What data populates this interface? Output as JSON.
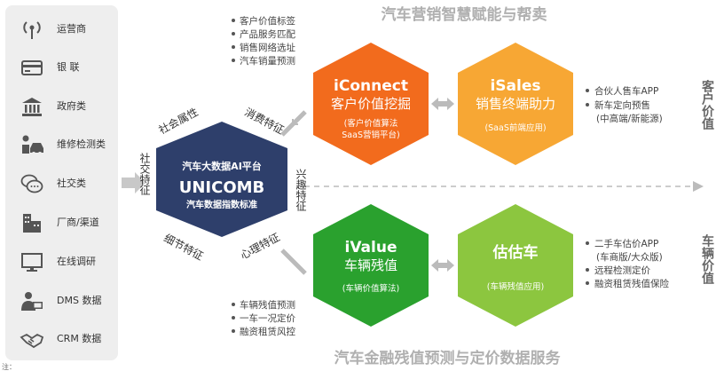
{
  "sidebar": [
    {
      "label": "运营商",
      "icon": "signal-tower-icon"
    },
    {
      "label": "银 联",
      "icon": "bank-card-icon"
    },
    {
      "label": "政府类",
      "icon": "government-building-icon"
    },
    {
      "label": "维修检测类",
      "icon": "repair-car-icon"
    },
    {
      "label": "社交类",
      "icon": "chat-bubbles-icon"
    },
    {
      "label": "厂商/渠道",
      "icon": "factory-icon"
    },
    {
      "label": "在线调研",
      "icon": "monitor-icon"
    },
    {
      "label": "DMS 数据",
      "icon": "person-computer-icon"
    },
    {
      "label": "CRM 数据",
      "icon": "handshake-icon"
    }
  ],
  "titles": {
    "top": "汽车营销智慧赋能与帮卖",
    "bottom": "汽车金融残值预测与定价数据服务"
  },
  "center": {
    "line1": "汽车大数据AI平台",
    "line2": "UNICOMB",
    "line3": "汽车数据指数标准",
    "color": "#2e3f6b"
  },
  "edge_labels": {
    "social": "社会属性",
    "consume": "消费特征",
    "detail": "细节特征",
    "psych": "心理特征",
    "interest": "兴趣特征",
    "socialize": "社交特征"
  },
  "hexes": {
    "iconnect": {
      "en": "iConnect",
      "cn": "客户价值挖掘",
      "sub1": "(客户价值算法",
      "sub2": "SaaS营销平台)",
      "color": "#f26b1d"
    },
    "isales": {
      "en": "iSales",
      "cn": "销售终端助力",
      "sub1": "(SaaS前端应用)",
      "color": "#f7a734"
    },
    "ivalue": {
      "en": "iValue",
      "cn": "车辆残值",
      "sub1": "(车辆价值算法)",
      "color": "#2aa12e"
    },
    "gugu": {
      "cn": "估估车",
      "sub1": "(车辆残值应用)",
      "color": "#8cc63f"
    }
  },
  "lists": {
    "top_left": [
      "客户价值标签",
      "产品服务匹配",
      "销售网络选址",
      "汽车销量预测"
    ],
    "right_top": [
      "合伙人售车APP",
      "新车定向预售"
    ],
    "right_top_sub": "(中高端/新能源)",
    "bottom_left": [
      "车辆残值预测",
      "一车一况定价",
      "融资租赁风控"
    ],
    "right_bottom": [
      "二手车估价APP"
    ],
    "right_bottom_sub": "(车商版/大众版)",
    "right_bottom_more": [
      "远程检测定价",
      "融资租赁残值保险"
    ]
  },
  "side_titles": {
    "customer": "客户价值",
    "vehicle": "车辆价值"
  },
  "footnote": "注："
}
